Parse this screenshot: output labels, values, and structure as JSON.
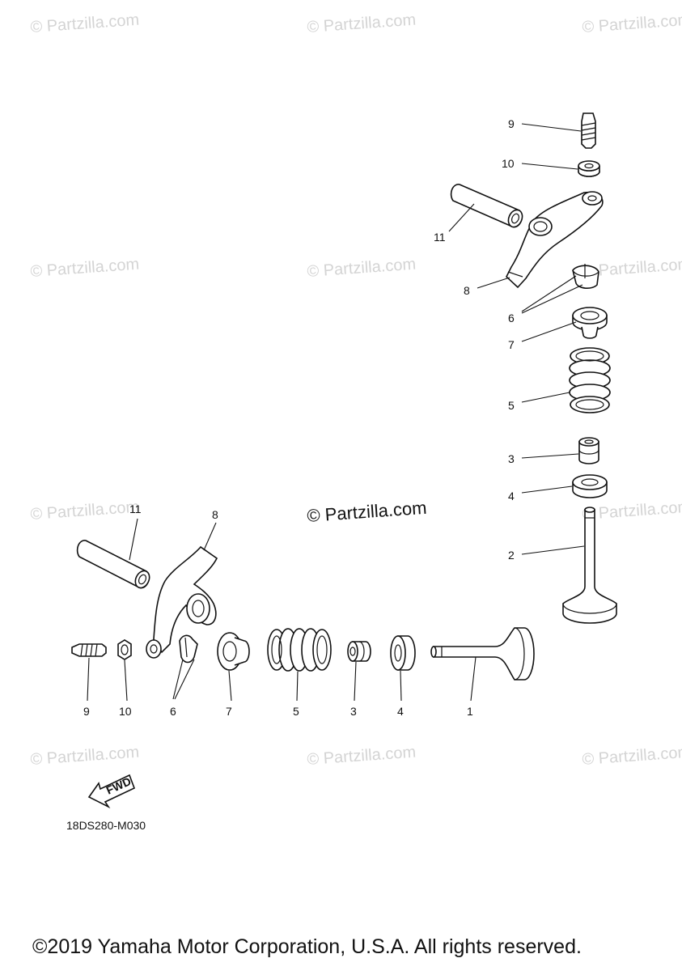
{
  "watermark": "© Partzilla.com",
  "center_watermark": "© Partzilla.com",
  "diagram_code": "18DS280-M030",
  "fwd_label": "FWD",
  "copyright": "©2019 Yamaha Motor Corporation, U.S.A. All rights reserved.",
  "callouts": {
    "upper": {
      "n9": "9",
      "n10": "10",
      "n11": "11",
      "n8": "8",
      "n6": "6",
      "n7": "7",
      "n5": "5",
      "n3": "3",
      "n4": "4",
      "n2": "2"
    },
    "lower": {
      "n11": "11",
      "n8": "8",
      "n9": "9",
      "n10": "10",
      "n6": "6",
      "n7": "7",
      "n5": "5",
      "n3": "3",
      "n4": "4",
      "n1": "1"
    }
  }
}
